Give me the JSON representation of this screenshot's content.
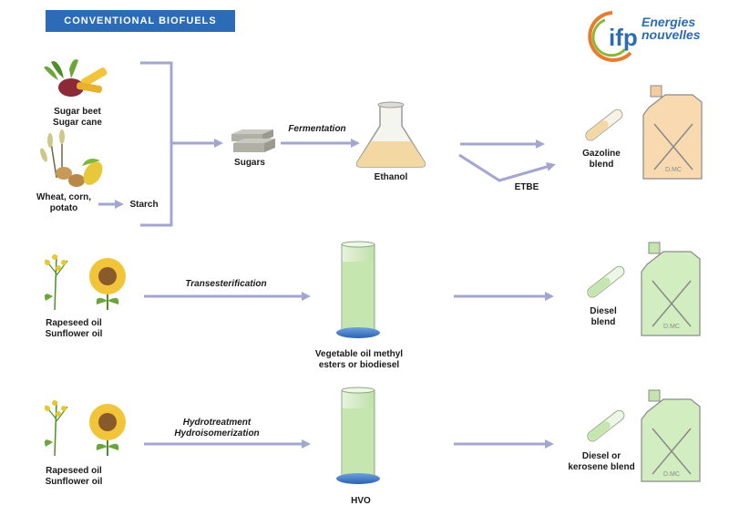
{
  "header": {
    "title": "CONVENTIONAL BIOFUELS"
  },
  "logo": {
    "mark": "ifp",
    "line1": "Energies",
    "line2": "nouvelles"
  },
  "colors": {
    "banner": "#2c6bb5",
    "arrow": "#a4a6d2",
    "ethanol": "#f3d8a4",
    "biodiesel": "#c5e6ae",
    "can_gasoline": "#f8d9b0",
    "can_diesel": "#d2edc0"
  },
  "row1": {
    "feedstock_1": [
      "Sugar beet",
      "Sugar cane"
    ],
    "feedstock_2": [
      "Wheat, corn,",
      "potato"
    ],
    "intermediate_starch": "Starch",
    "intermediate_sugars": "Sugars",
    "process": "Fermentation",
    "product": "Ethanol",
    "derivative": "ETBE",
    "blend": [
      "Gazoline",
      "blend"
    ]
  },
  "row2": {
    "feedstock": [
      "Rapeseed oil",
      "Sunflower oil"
    ],
    "process": "Transesterification",
    "product": [
      "Vegetable oil methyl",
      "esters or biodiesel"
    ],
    "blend": [
      "Diesel",
      "blend"
    ]
  },
  "row3": {
    "feedstock": [
      "Rapeseed oil",
      "Sunflower oil"
    ],
    "process": [
      "Hydrotreatment",
      "Hydroisomerization"
    ],
    "product": "HVO",
    "blend": [
      "Diesel or",
      "kerosene blend"
    ]
  }
}
